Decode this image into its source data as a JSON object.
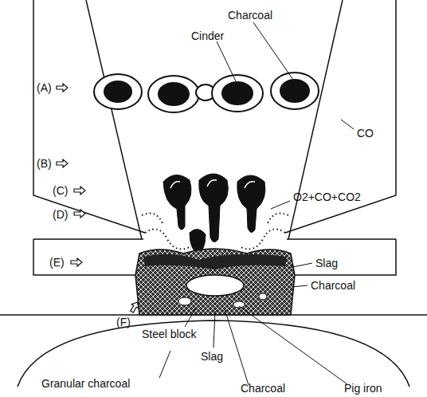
{
  "diagram": {
    "labels": [
      "Charcoal",
      "Cinder",
      "(A)",
      "CO",
      "(B)",
      "(C)",
      "O2+CO+CO2",
      "(D)",
      "(E)",
      "Slag",
      "Charcoal",
      "(F)",
      "Steel block",
      "Slag",
      "Granular charcoal",
      "Charcoal",
      "Pig iron"
    ]
  }
}
